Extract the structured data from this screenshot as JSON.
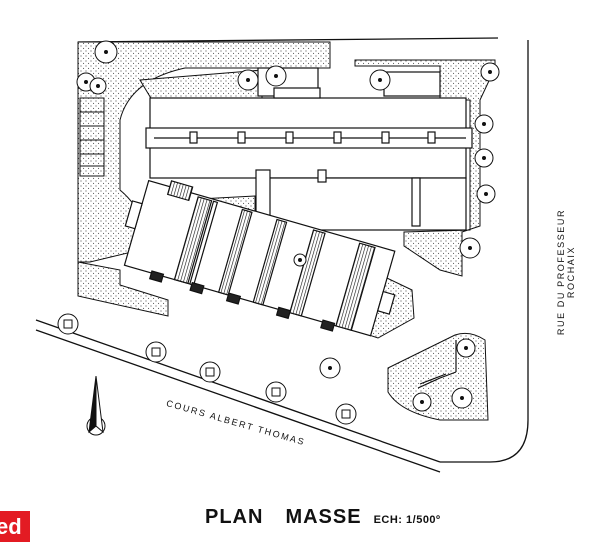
{
  "title": {
    "word1": "PLAN",
    "word2": "MASSE",
    "scale": "ECH: 1/500º"
  },
  "streets": {
    "right": "RUE DU PROFESSEUR ROCHAIX",
    "bottom": "COURS ALBERT THOMAS"
  },
  "north_arrow": "north-arrow-icon",
  "logo": {
    "text": "ed",
    "color": "#e31b23"
  },
  "colors": {
    "ink": "#111111",
    "paper": "#ffffff"
  }
}
